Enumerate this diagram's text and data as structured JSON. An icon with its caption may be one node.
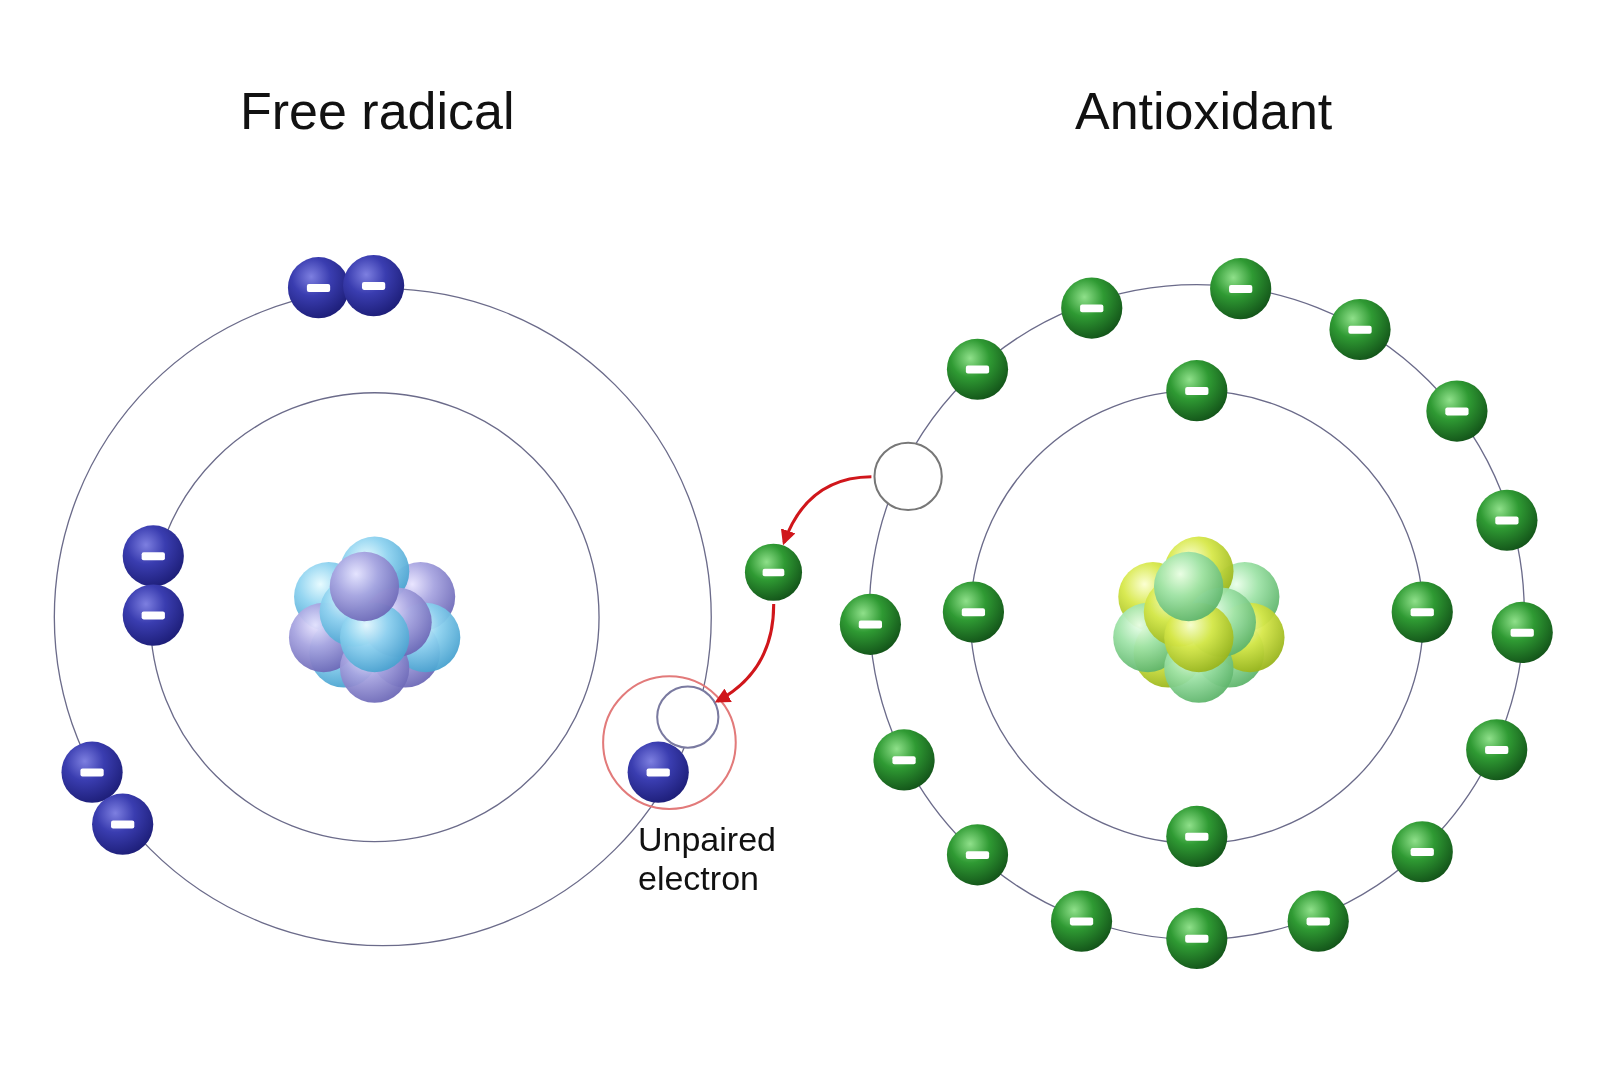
{
  "diagram": {
    "nodes": [
      {
        "text": [],
        "shape": "circle"
      },
      {
        "text": [],
        "shape": "circle"
      },
      {
        "text": [],
        "shape": "circle"
      }
    ],
    "edges": [
      {
        "from": 0,
        "to": 1,
        "arrow": "to"
      },
      {
        "from": 1,
        "to": 2,
        "arrow": "to"
      }
    ],
    "labels": [
      "Free radical",
      "Antioxidant",
      "Unpaired electron"
    ]
  }
}
